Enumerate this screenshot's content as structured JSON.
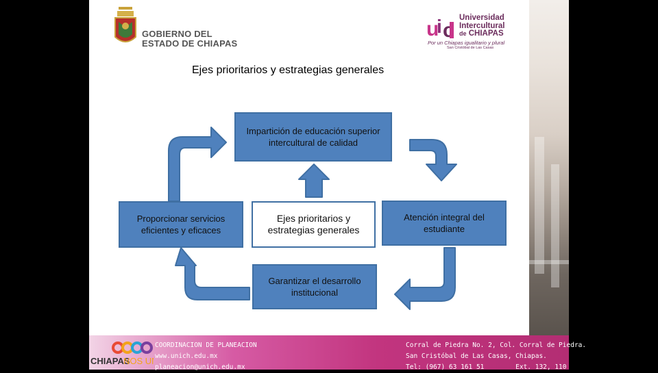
{
  "header": {
    "gov_line1": "GOBIERNO DEL",
    "gov_line2": "ESTADO DE CHIAPAS",
    "unich_line1": "Universidad",
    "unich_line2": "Intercultural",
    "unich_line3": "de",
    "unich_line3b": "CHIAPAS",
    "unich_slogan": "Por un Chiapas igualitario y plural",
    "unich_sub": "San Cristóbal de Las Casas"
  },
  "title": "Ejes prioritarios y estrategias generales",
  "diagram": {
    "top": "Impartición de educación superior intercultural de calidad",
    "left": "Proporcionar servicios eficientes y eficaces",
    "center": "Ejes prioritarios y estrategias generales",
    "right": "Atención integral del estudiante",
    "bottom": "Garantizar el desarrollo institucional"
  },
  "footer": {
    "left_line1": "COORDINACION DE PLANEACION",
    "left_line2": "www.unich.edu.mx",
    "left_line3": "planeacion@unich.edu.mx",
    "right_line1": "Corral de Piedra No. 2, Col. Corral de Piedra.",
    "right_line2": "San Cristóbal de Las Casas, Chiapas.",
    "right_line3": "Tel: (967) 63 161 51        Ext. 132, 110",
    "chiapas_brand": "CHIAPAS",
    "chiapas_brand2": "NOS UNE"
  },
  "colors": {
    "box_blue": "#4f81bd",
    "box_border": "#3f6fa3",
    "footer_pink": "#c2357f"
  }
}
